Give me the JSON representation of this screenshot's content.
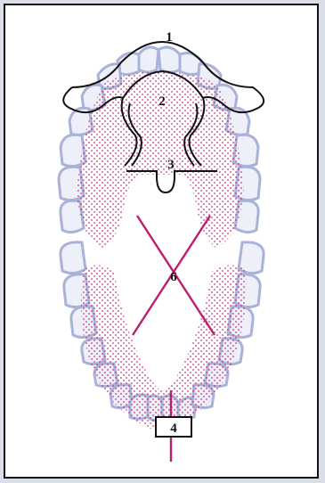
{
  "labels": {
    "label_1": "1",
    "label_2": "2",
    "label_3": "3",
    "label_4": "4",
    "label_6": "6"
  },
  "colors": {
    "teeth_outline": "#a9b2d8",
    "palate_dots": "#c0297a",
    "expansion_lines": "#c01c6c",
    "appliance_wire": "#111111",
    "page_background": "#d9dee9"
  },
  "icons": {
    "upper_arch": "upper-dental-arch-icon",
    "lower_arch": "lower-dental-arch-icon"
  }
}
